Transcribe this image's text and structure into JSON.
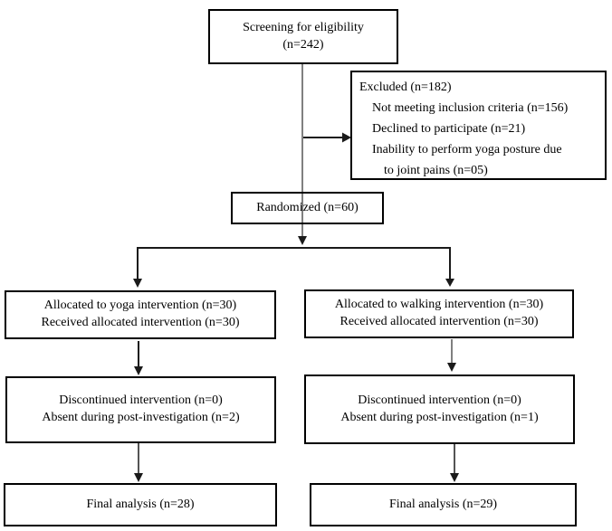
{
  "flowchart": {
    "title_hint": "CONSORT participant flow diagram",
    "colors": {
      "box_border": "#000000",
      "text": "#000000",
      "connector_black": "#1a1a1a",
      "connector_gray": "#808080",
      "background": "#ffffff"
    },
    "screening": {
      "line1": "Screening for eligibility",
      "line2": "(n=242)"
    },
    "excluded": {
      "line1": "Excluded (n=182)",
      "line2": "Not meeting inclusion criteria (n=156)",
      "line3": "Declined to participate (n=21)",
      "line4": "Inability to perform yoga posture due",
      "line5": "to joint pains (n=05)"
    },
    "randomized": {
      "line1": "Randomized (n=60)"
    },
    "allocation_yoga": {
      "line1": "Allocated to yoga intervention (n=30)",
      "line2": "Received allocated intervention (n=30)"
    },
    "allocation_walking": {
      "line1": "Allocated to walking intervention (n=30)",
      "line2": "Received allocated intervention (n=30)"
    },
    "followup_yoga": {
      "line1": "Discontinued intervention (n=0)",
      "line2": "Absent during post-investigation (n=2)"
    },
    "followup_walking": {
      "line1": "Discontinued intervention (n=0)",
      "line2": "Absent during post-investigation (n=1)"
    },
    "final_yoga": {
      "line1": "Final analysis (n=28)"
    },
    "final_walking": {
      "line1": "Final analysis (n=29)"
    }
  }
}
